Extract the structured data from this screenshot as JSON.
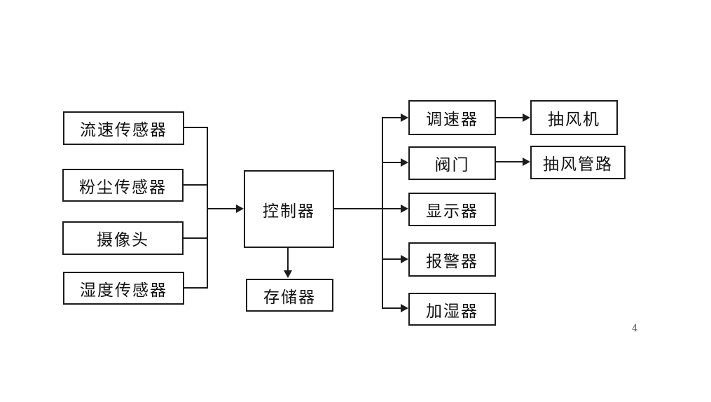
{
  "diagram": {
    "nodes": [
      {
        "id": "flow-sensor",
        "label": "流速传感器"
      },
      {
        "id": "dust-sensor",
        "label": "粉尘传感器"
      },
      {
        "id": "camera",
        "label": "摄像头"
      },
      {
        "id": "humidity-sensor",
        "label": "湿度传感器"
      },
      {
        "id": "controller",
        "label": "控制器"
      },
      {
        "id": "storage",
        "label": "存储器"
      },
      {
        "id": "speed-governor",
        "label": "调速器"
      },
      {
        "id": "valve",
        "label": "阀门"
      },
      {
        "id": "display",
        "label": "显示器"
      },
      {
        "id": "alarm",
        "label": "报警器"
      },
      {
        "id": "humidifier",
        "label": "加湿器"
      },
      {
        "id": "exhaust-fan",
        "label": "抽风机"
      },
      {
        "id": "exhaust-duct",
        "label": "抽风管路"
      }
    ],
    "edges": [
      {
        "from": "flow-sensor",
        "to": "controller"
      },
      {
        "from": "dust-sensor",
        "to": "controller"
      },
      {
        "from": "camera",
        "to": "controller"
      },
      {
        "from": "humidity-sensor",
        "to": "controller"
      },
      {
        "from": "controller",
        "to": "storage"
      },
      {
        "from": "controller",
        "to": "speed-governor"
      },
      {
        "from": "controller",
        "to": "valve"
      },
      {
        "from": "controller",
        "to": "display"
      },
      {
        "from": "controller",
        "to": "alarm"
      },
      {
        "from": "controller",
        "to": "humidifier"
      },
      {
        "from": "speed-governor",
        "to": "exhaust-fan"
      },
      {
        "from": "valve",
        "to": "exhaust-duct"
      }
    ],
    "corner_mark": "4",
    "colors": {
      "background": "#ffffff",
      "line": "#1c1c1c",
      "text": "#111111",
      "corner_mark": "#5a5a5a"
    }
  }
}
